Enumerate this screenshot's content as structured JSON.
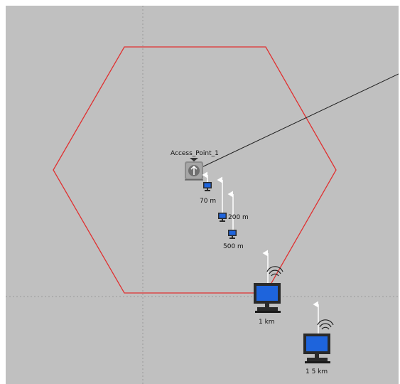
{
  "scene": {
    "access_point": {
      "name": "Access_Point_1",
      "icon": "access-point-icon"
    },
    "nodes": [
      {
        "id": "node-70m",
        "distance_label": "70 m",
        "icon": "workstation-icon"
      },
      {
        "id": "node-200m",
        "distance_label": "200 m",
        "icon": "workstation-icon"
      },
      {
        "id": "node-500m",
        "distance_label": "500 m",
        "icon": "workstation-icon"
      },
      {
        "id": "node-1km",
        "distance_label": "1 km",
        "icon": "workstation-icon"
      },
      {
        "id": "node-15km",
        "distance_label": "1 5 km",
        "icon": "workstation-icon"
      }
    ],
    "colors": {
      "background": "#c0c0c0",
      "cell_boundary": "#e03030",
      "link_line": "#202020",
      "grid_line": "#999999",
      "screen": "#1e64dc",
      "monitor_body": "#2a2a2a",
      "arrow": "#ffffff"
    }
  }
}
